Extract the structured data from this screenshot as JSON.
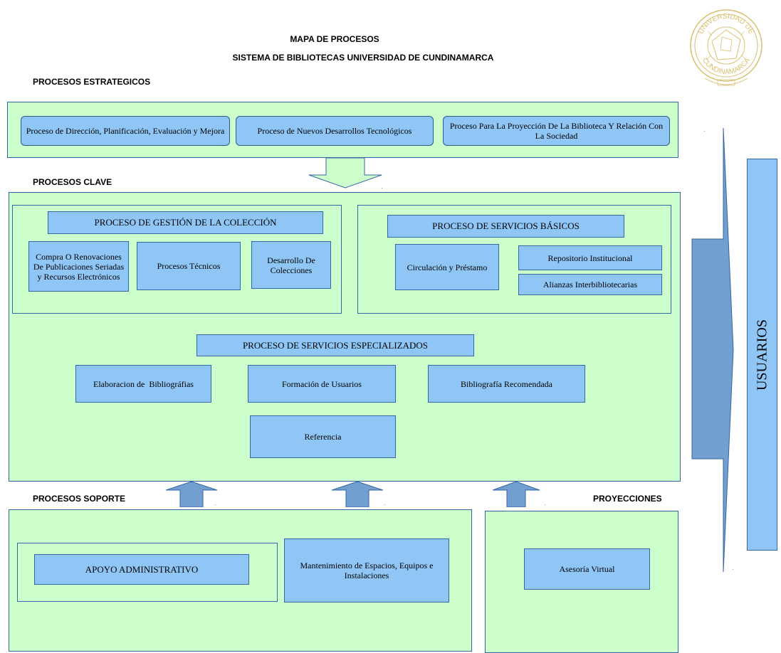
{
  "header": {
    "title_line1": "MAPA DE PROCESOS",
    "title_line2": "SISTEMA DE BIBLIOTECAS UNIVERSIDAD DE CUNDINAMARCA"
  },
  "logo": {
    "text_top": "UNIVERSIDAD DE",
    "text_bottom": "CUNDINAMARCA"
  },
  "colors": {
    "panel_green": "#ccffcc",
    "box_blue": "#8fc6f5",
    "border_blue": "#3465a4",
    "arrow_blue": "#729fcf",
    "users_blue": "#8fc6f5",
    "logo_gold": "#d8c070"
  },
  "estrategicos": {
    "label": "PROCESOS ESTRATEGICOS",
    "items": [
      "Proceso de Dirección, Planificación, Evaluación y Mejora",
      "Proceso de Nuevos Desarrollos Tecnológicos",
      "Proceso Para La Proyección De La Biblioteca Y Relación Con La Sociedad"
    ]
  },
  "clave": {
    "label": "PROCESOS CLAVE",
    "gestion": {
      "title": "PROCESO DE GESTIÓN DE LA COLECCIÓN",
      "items": [
        "Compra O Renovaciones De Publicaciones Seriadas y Recursos Electrónicos",
        "Procesos Técnicos",
        "Desarrollo De Colecciones"
      ]
    },
    "basicos": {
      "title": "PROCESO DE SERVICIOS BÁSICOS",
      "items": [
        "Circulación y Préstamo",
        "Repositorio Institucional",
        "Alianzas Interbibliotecarias"
      ]
    },
    "especializados": {
      "title": "PROCESO DE SERVICIOS ESPECIALIZADOS",
      "items": [
        "Elaboracion de  Bibliográfias",
        "Formación de Usuarios",
        "Bibliografía Recomendada",
        "Referencia"
      ]
    }
  },
  "soporte": {
    "label": "PROCESOS SOPORTE",
    "items": [
      "APOYO ADMINISTRATIVO",
      "Mantenimiento de Espacios, Equipos e Instalaciones"
    ]
  },
  "proyecciones": {
    "label": "PROYECCIONES",
    "items": [
      "Asesoría Virtual"
    ]
  },
  "usuarios": {
    "label": "USUARIOS"
  }
}
